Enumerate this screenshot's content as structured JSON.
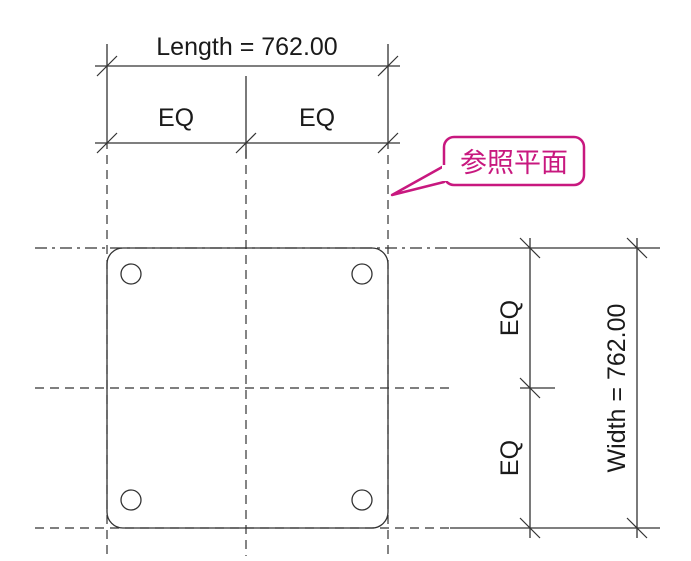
{
  "dimensions": {
    "length_label": "Length = 762.00",
    "width_label": "Width = 762.00",
    "eq_top_left": "EQ",
    "eq_top_right": "EQ",
    "eq_right_upper": "EQ",
    "eq_right_lower": "EQ"
  },
  "callout": {
    "label": "参照平面",
    "color": "#c8187f"
  }
}
